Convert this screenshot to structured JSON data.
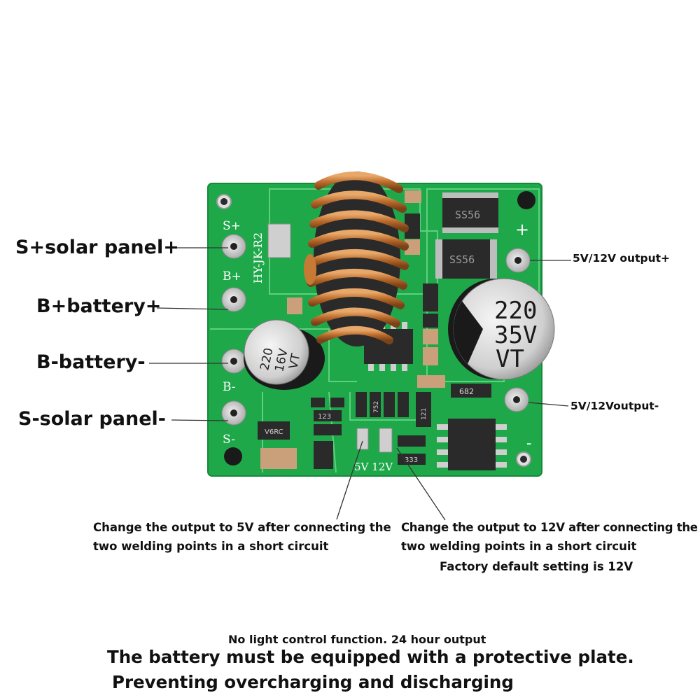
{
  "board": {
    "name": "solar-charge-boost-module",
    "silkscreen": {
      "model": "HY-JK-R2",
      "s_plus": "S+",
      "b_plus": "B+",
      "b_minus": "B-",
      "s_minus": "S-",
      "out_plus": "+",
      "out_minus": "-",
      "jumper": "5V 12V"
    },
    "components": {
      "diode_1": "SS56",
      "diode_2": "SS56",
      "cap_large_top": "220",
      "cap_large_mid": "35V",
      "cap_large_bot": "VT",
      "cap_small_top": "220",
      "cap_small_mid": "16V",
      "cap_small_bot": "VT",
      "resistor_682": "682",
      "resistor_333": "333",
      "resistor_123": "123",
      "resistor_752": "752",
      "resistor_121": "121",
      "chip_small": "V6RC"
    },
    "colors": {
      "pcb": "#1fa84a",
      "copper": "#c77a35",
      "pad": "#d9d9d9"
    }
  },
  "labels": {
    "solar_plus": "S+solar panel+",
    "battery_plus": "B+battery+",
    "battery_minus": "B-battery-",
    "solar_minus": "S-solar panel-",
    "output_plus": "5V/12V output+",
    "output_minus": "5V/12Voutput-"
  },
  "notes": {
    "left_line1": "Change the output to 5V after connecting the",
    "left_line2": "two welding points in a short circuit",
    "right_line1": "Change the output to 12V after connecting the",
    "right_line2": "two welding points in a short circuit",
    "factory_default": "Factory default setting is 12V"
  },
  "footer": {
    "line1": "No light control function. 24 hour output",
    "line2": "The battery must be equipped with a protective plate.",
    "line3": "Preventing overcharging and discharging"
  }
}
